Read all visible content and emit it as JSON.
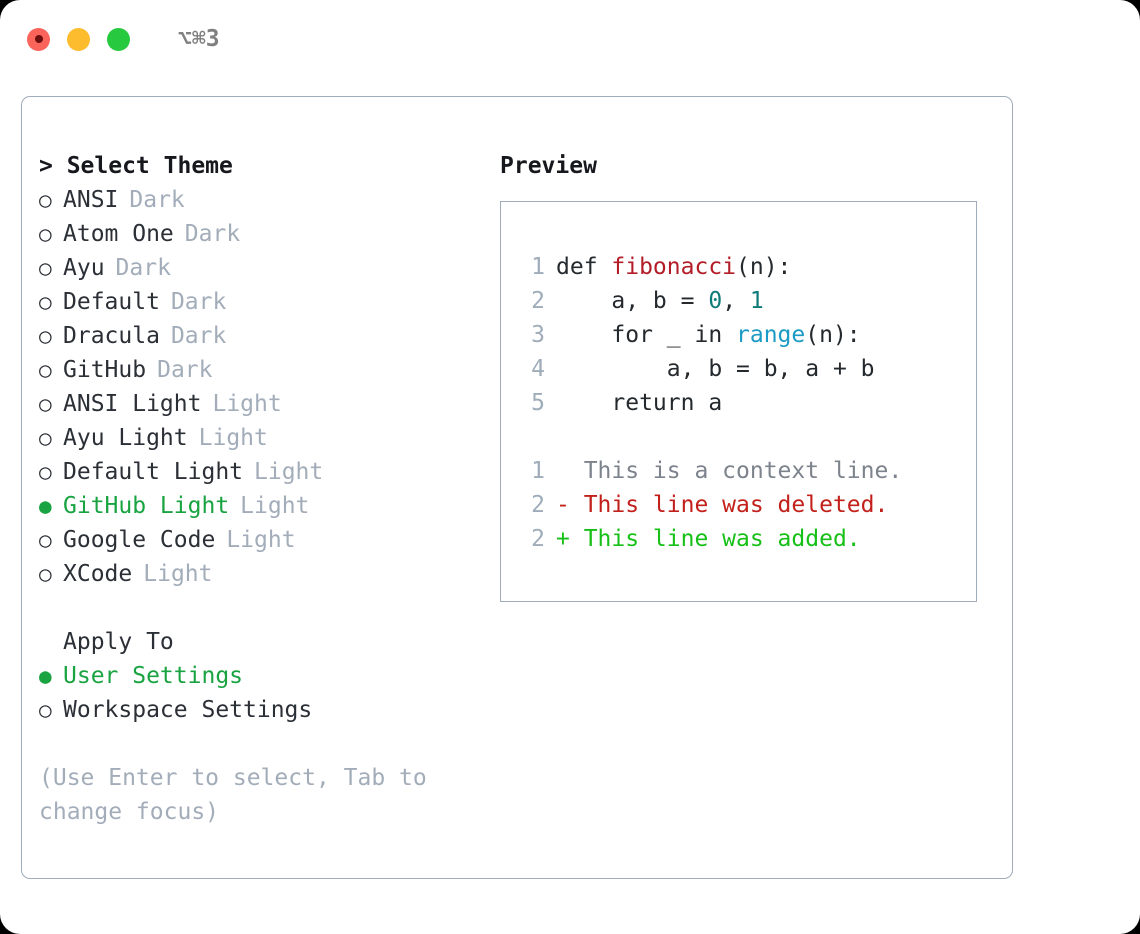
{
  "window": {
    "shortcut": "⌥⌘3",
    "traffic_lights": [
      {
        "name": "close",
        "color": "#fb645b"
      },
      {
        "name": "minimize",
        "color": "#fdbc2e"
      },
      {
        "name": "zoom",
        "color": "#27c93f"
      }
    ]
  },
  "theme_picker": {
    "heading": "> Select Theme",
    "marker_unselected": "○",
    "marker_selected": "●",
    "items": [
      {
        "label": "ANSI",
        "tag": "Dark",
        "selected": false
      },
      {
        "label": "Atom One",
        "tag": "Dark",
        "selected": false
      },
      {
        "label": "Ayu",
        "tag": "Dark",
        "selected": false
      },
      {
        "label": "Default",
        "tag": "Dark",
        "selected": false
      },
      {
        "label": "Dracula",
        "tag": "Dark",
        "selected": false
      },
      {
        "label": "GitHub",
        "tag": "Dark",
        "selected": false
      },
      {
        "label": "ANSI Light",
        "tag": "Light",
        "selected": false
      },
      {
        "label": "Ayu Light",
        "tag": "Light",
        "selected": false
      },
      {
        "label": "Default Light",
        "tag": "Light",
        "selected": false
      },
      {
        "label": "GitHub Light",
        "tag": "Light",
        "selected": true
      },
      {
        "label": "Google Code",
        "tag": "Light",
        "selected": false
      },
      {
        "label": "XCode",
        "tag": "Light",
        "selected": false
      }
    ]
  },
  "apply_to": {
    "heading": "Apply To",
    "items": [
      {
        "label": "User Settings",
        "selected": true
      },
      {
        "label": "Workspace Settings",
        "selected": false
      }
    ]
  },
  "hint": "(Use Enter to select, Tab to change focus)",
  "preview": {
    "heading": "Preview",
    "code_lines": [
      {
        "n": "1",
        "tokens": [
          {
            "t": "def ",
            "k": "plain"
          },
          {
            "t": "fibonacci",
            "k": "fn"
          },
          {
            "t": "(n):",
            "k": "plain"
          }
        ]
      },
      {
        "n": "2",
        "tokens": [
          {
            "t": "    a, b = ",
            "k": "plain"
          },
          {
            "t": "0",
            "k": "num"
          },
          {
            "t": ", ",
            "k": "plain"
          },
          {
            "t": "1",
            "k": "num"
          }
        ]
      },
      {
        "n": "3",
        "tokens": [
          {
            "t": "    for _ in ",
            "k": "plain"
          },
          {
            "t": "range",
            "k": "call"
          },
          {
            "t": "(n):",
            "k": "plain"
          }
        ]
      },
      {
        "n": "4",
        "tokens": [
          {
            "t": "        a, b = b, a + b",
            "k": "plain"
          }
        ]
      },
      {
        "n": "5",
        "tokens": [
          {
            "t": "    return a",
            "k": "plain"
          }
        ]
      }
    ],
    "diff_lines": [
      {
        "n": "1",
        "text": "  This is a context line.",
        "kind": "ctx"
      },
      {
        "n": "2",
        "text": "- This line was deleted.",
        "kind": "del"
      },
      {
        "n": "2",
        "text": "+ This line was added.",
        "kind": "add"
      }
    ]
  },
  "colors": {
    "panel_border": "#9facba",
    "muted_text": "#a3adba",
    "selected_green": "#19a341",
    "fn_red": "#b31d28",
    "num_teal": "#0f7b78",
    "call_blue": "#1a9ac4",
    "diff_del": "#c2211b",
    "diff_add": "#17c017"
  }
}
